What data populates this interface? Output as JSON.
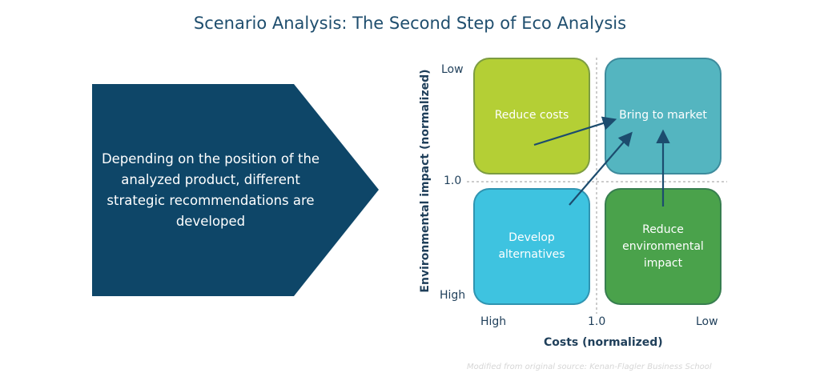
{
  "title": "Scenario Analysis: The Second Step of Eco Analysis",
  "callout": {
    "text": "Depending on the position of the analyzed product, different strategic recommendations are developed",
    "color": "#0e4668"
  },
  "matrix": {
    "quadrants": {
      "top_left": {
        "label": "Reduce costs",
        "color": "#b4cf35"
      },
      "top_right": {
        "label": "Bring to market",
        "color": "#54b5c0"
      },
      "bottom_left": {
        "label": "Develop alternatives",
        "color": "#3ec3e0"
      },
      "bottom_right": {
        "label": "Reduce environmental impact",
        "color": "#4aa24b"
      }
    },
    "y_axis": {
      "title": "Environmental impact (normalized)",
      "top_label": "Low",
      "mid_label": "1.0",
      "bottom_label": "High"
    },
    "x_axis": {
      "title": "Costs (normalized)",
      "left_label": "High",
      "mid_label": "1.0",
      "right_label": "Low"
    },
    "arrow_color": "#1c4c6e"
  },
  "source_note": "Modified from original source: Kenan-Flagler Business School"
}
